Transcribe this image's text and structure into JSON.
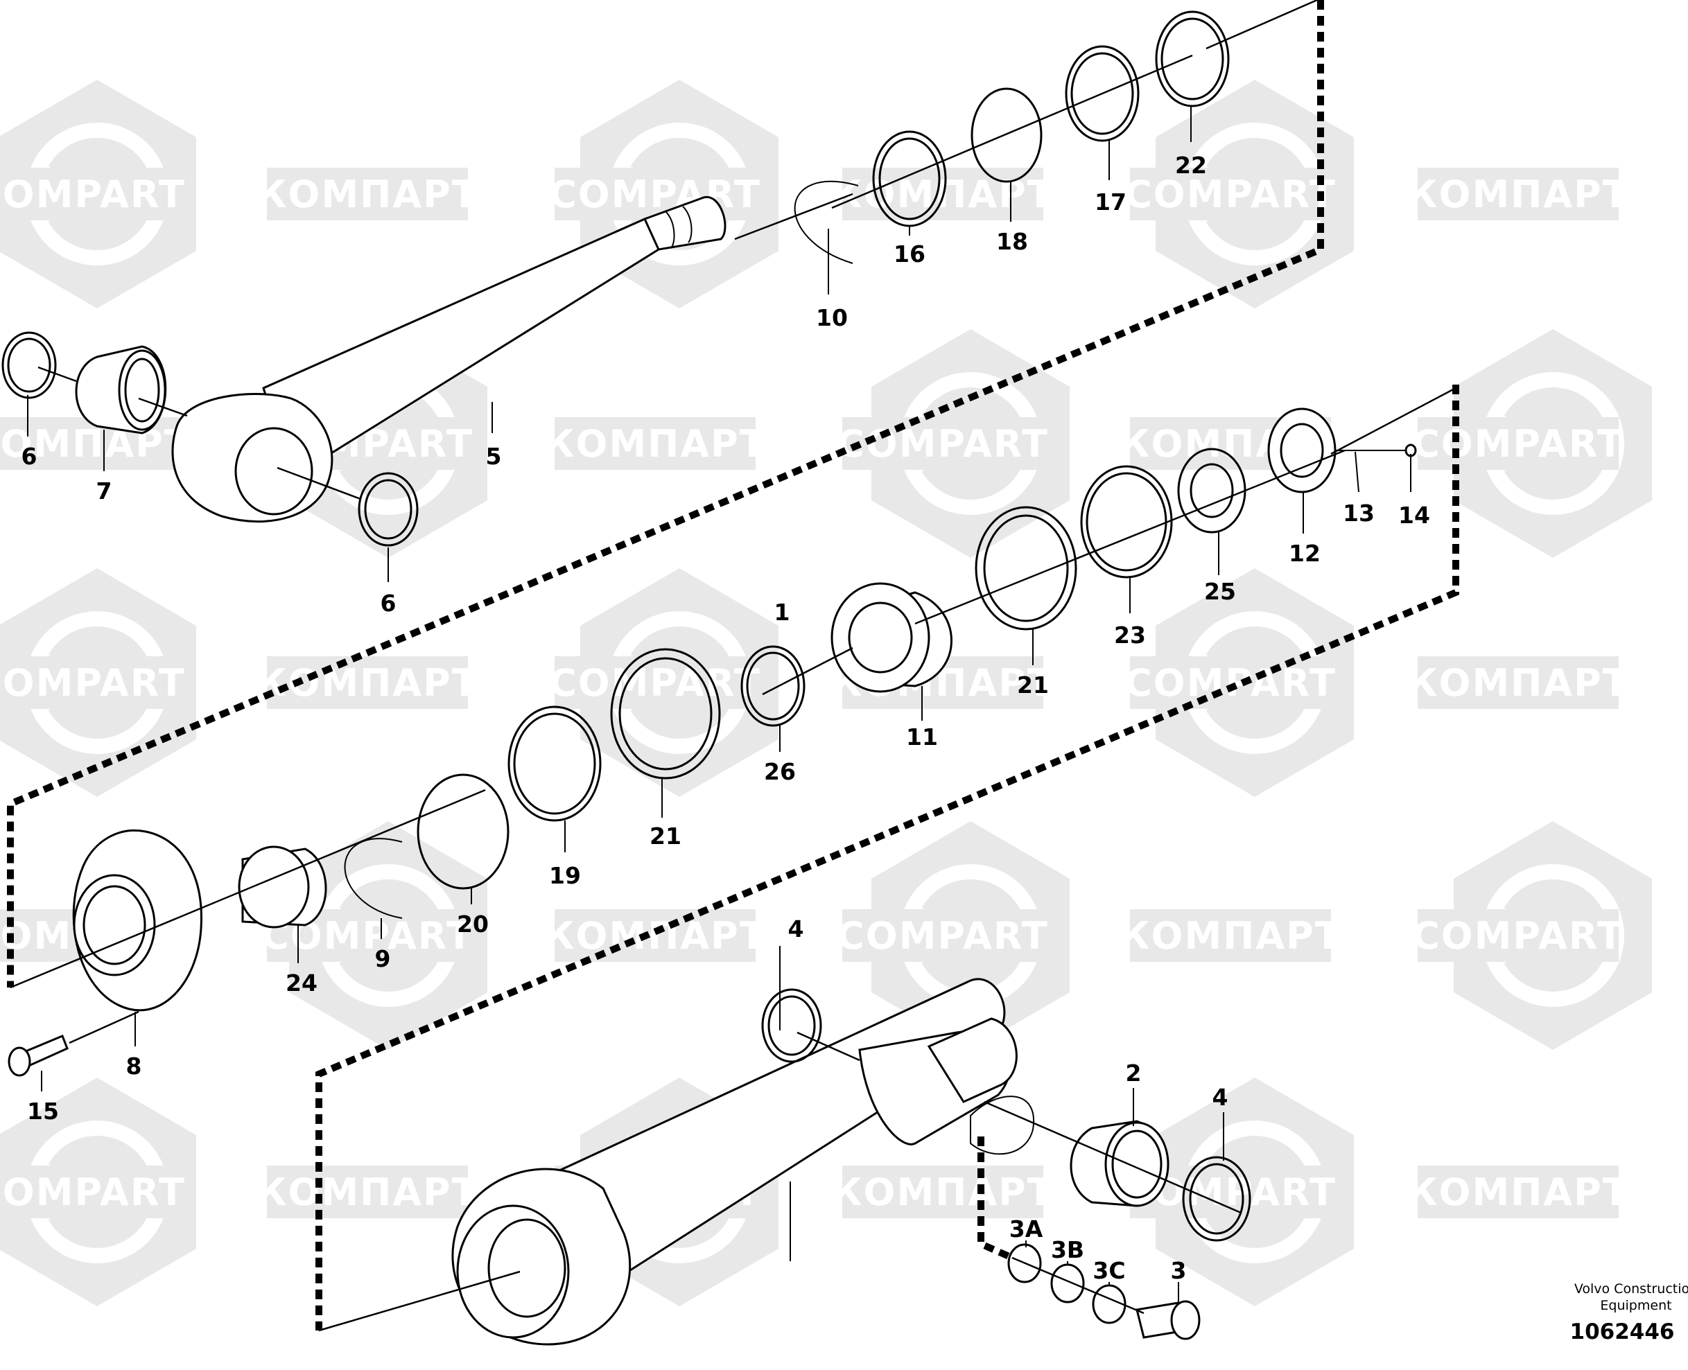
{
  "watermark": {
    "latin": "COMPART",
    "cyrillic": "КОМПАРТ",
    "color": "#e8e8e8"
  },
  "footer": {
    "brand_line1": "Volvo Construction",
    "brand_line2": "Equipment",
    "figure_number": "1062446"
  },
  "callouts": {
    "p1": "1",
    "p2": "2",
    "p3": "3",
    "p3a": "3A",
    "p3b": "3B",
    "p3c": "3C",
    "p4a": "4",
    "p4b": "4",
    "p5": "5",
    "p6a": "6",
    "p6b": "6",
    "p7": "7",
    "p8": "8",
    "p9": "9",
    "p10": "10",
    "p11": "11",
    "p12": "12",
    "p13": "13",
    "p14": "14",
    "p15": "15",
    "p16": "16",
    "p17": "17",
    "p18": "18",
    "p19": "19",
    "p20": "20",
    "p21a": "21",
    "p21b": "21",
    "p22": "22",
    "p23": "23",
    "p24": "24",
    "p25": "25",
    "p26": "26"
  }
}
